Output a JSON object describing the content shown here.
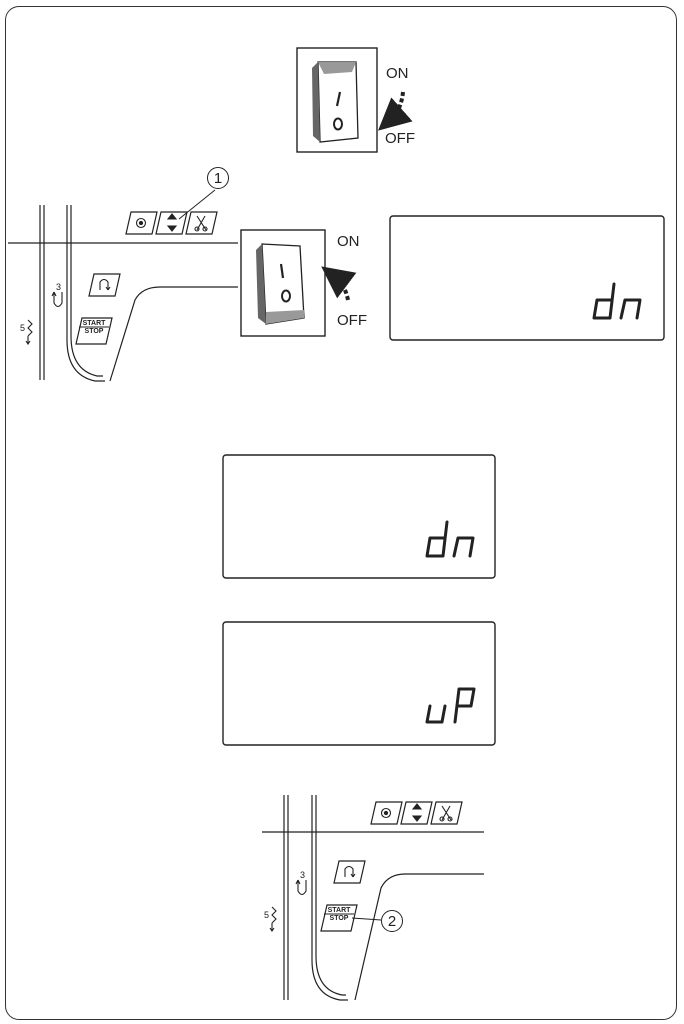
{
  "switch_top": {
    "on": "ON",
    "off": "OFF"
  },
  "switch_mid": {
    "on": "ON",
    "off": "OFF"
  },
  "callouts": [
    "1",
    "2"
  ],
  "panel_top": {
    "numbers": [
      "3",
      "5"
    ],
    "start": "START",
    "stop": "STOP"
  },
  "panel_bottom": {
    "numbers": [
      "3",
      "5"
    ],
    "start": "START",
    "stop": "STOP"
  },
  "displays": [
    {
      "text": "dn"
    },
    {
      "text": "dn"
    },
    {
      "text": "uP"
    }
  ]
}
